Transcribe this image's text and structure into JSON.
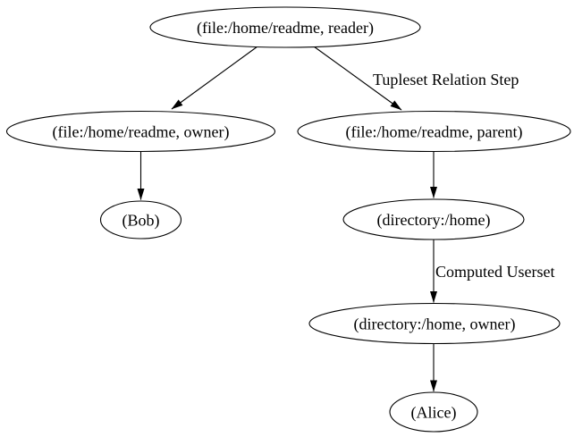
{
  "graph": {
    "type": "directed-graph",
    "background_color": "#ffffff",
    "node_fill_color": "#ffffff",
    "node_stroke_color": "#000000",
    "edge_color": "#000000",
    "text_color": "#000000",
    "nodes": [
      {
        "id": "reader",
        "label": "(file:/home/readme, reader)"
      },
      {
        "id": "owner",
        "label": "(file:/home/readme, owner)"
      },
      {
        "id": "parent",
        "label": "(file:/home/readme, parent)"
      },
      {
        "id": "bob",
        "label": "(Bob)"
      },
      {
        "id": "dir-home",
        "label": "(directory:/home)"
      },
      {
        "id": "dir-home-owner",
        "label": "(directory:/home, owner)"
      },
      {
        "id": "alice",
        "label": "(Alice)"
      }
    ],
    "edges": [
      {
        "from": "(file:/home/readme, reader)",
        "to": "(file:/home/readme, owner)",
        "label": ""
      },
      {
        "from": "(file:/home/readme, reader)",
        "to": "(file:/home/readme, parent)",
        "label": "Tupleset Relation Step"
      },
      {
        "from": "(file:/home/readme, owner)",
        "to": "(Bob)",
        "label": ""
      },
      {
        "from": "(file:/home/readme, parent)",
        "to": "(directory:/home)",
        "label": ""
      },
      {
        "from": "(directory:/home)",
        "to": "(directory:/home, owner)",
        "label": "Computed Userset"
      },
      {
        "from": "(directory:/home, owner)",
        "to": "(Alice)",
        "label": ""
      }
    ]
  }
}
